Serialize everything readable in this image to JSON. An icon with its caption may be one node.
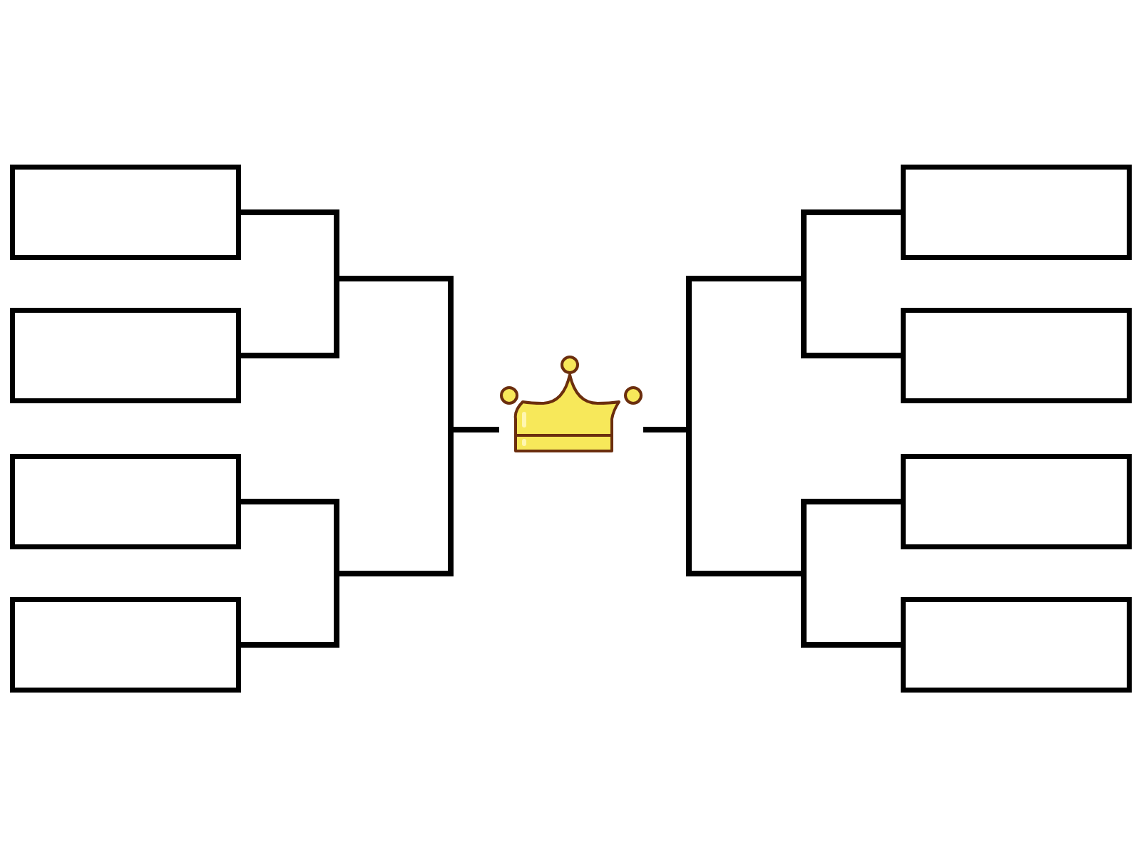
{
  "diagram": {
    "nodes": [
      {
        "text": [],
        "shape": "box"
      },
      {
        "text": [],
        "shape": "box"
      },
      {
        "text": [],
        "shape": "box"
      },
      {
        "text": [],
        "shape": "box"
      },
      {
        "text": [],
        "shape": "crown"
      },
      {
        "text": [],
        "shape": "box"
      },
      {
        "text": [],
        "shape": "box"
      },
      {
        "text": [],
        "shape": "box"
      },
      {
        "text": [],
        "shape": "box"
      }
    ],
    "edges": [
      {
        "from": 0,
        "to": 4,
        "arrow": "none"
      },
      {
        "from": 1,
        "to": 4,
        "arrow": "none"
      },
      {
        "from": 2,
        "to": 4,
        "arrow": "none"
      },
      {
        "from": 3,
        "to": 4,
        "arrow": "none"
      },
      {
        "from": 5,
        "to": 4,
        "arrow": "none"
      },
      {
        "from": 6,
        "to": 4,
        "arrow": "none"
      },
      {
        "from": 7,
        "to": 4,
        "arrow": "none"
      },
      {
        "from": 8,
        "to": 4,
        "arrow": "none"
      }
    ]
  }
}
